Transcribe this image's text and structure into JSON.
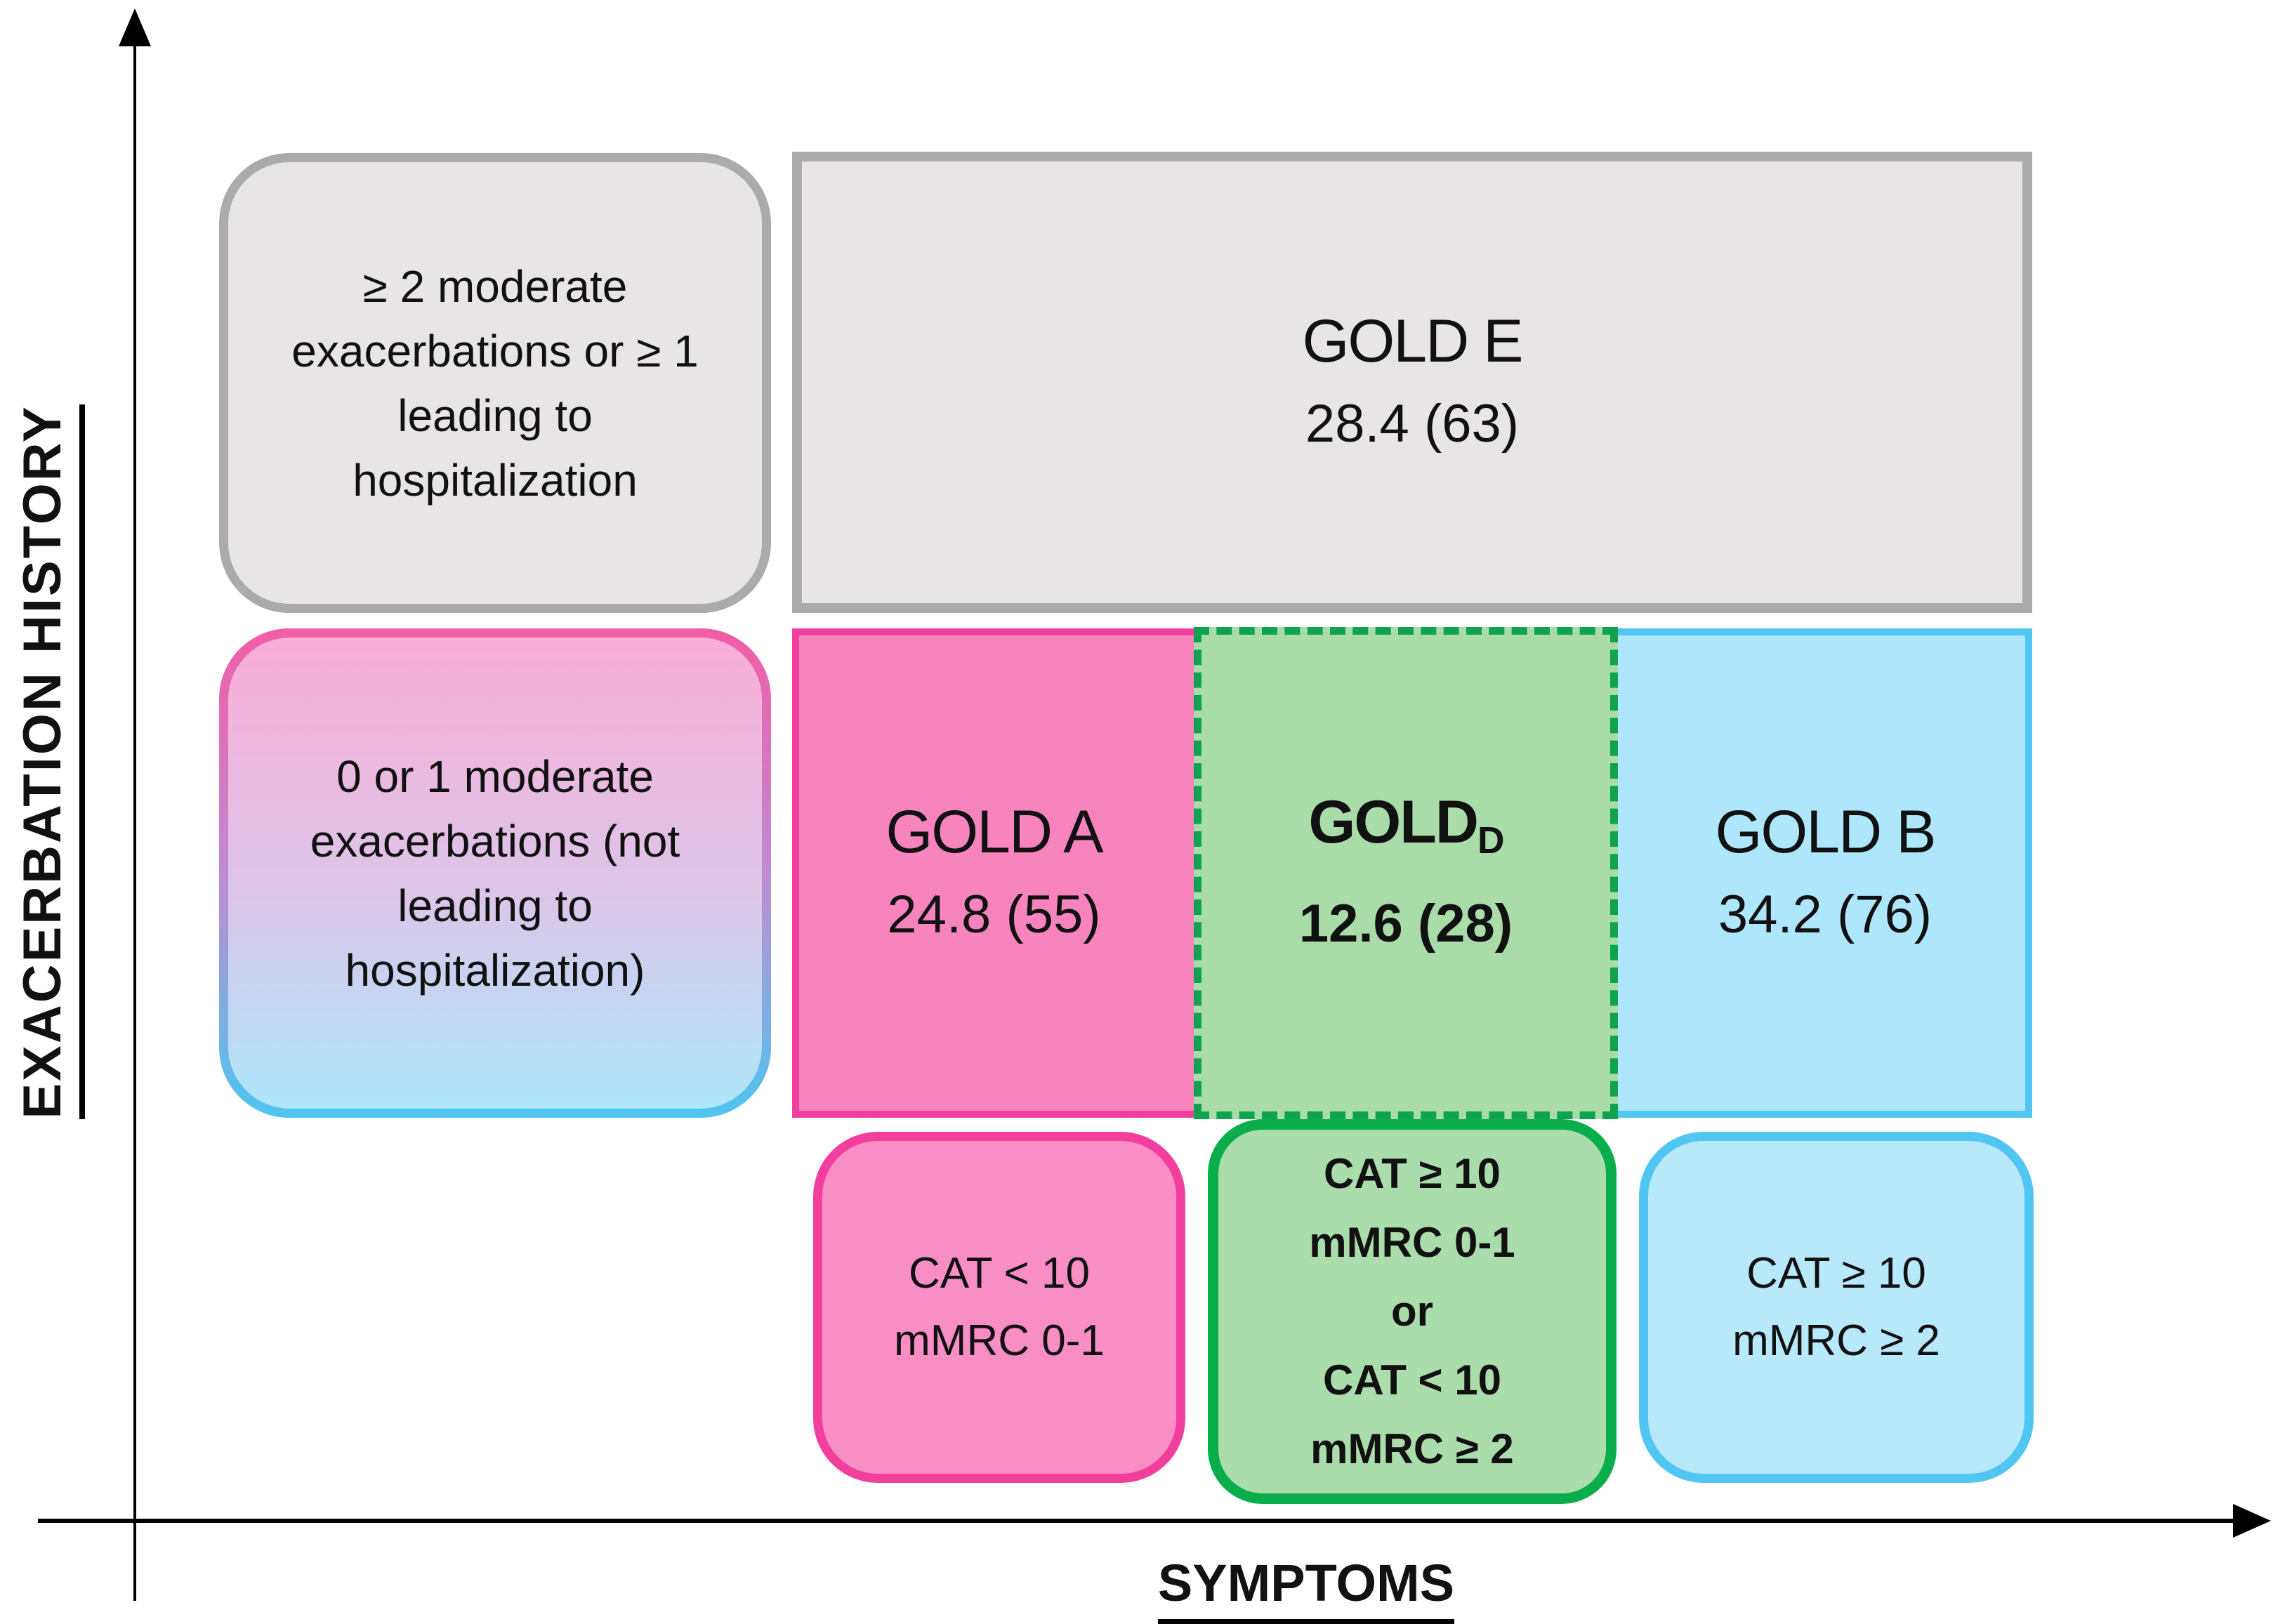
{
  "axes": {
    "y_label": "EXACERBATION HISTORY",
    "x_label": "SYMPTOMS"
  },
  "boxes": {
    "high_exacerbation": "≥ 2 moderate\nexacerbations or ≥ 1\nleading to\nhospitalization",
    "low_exacerbation": "0 or 1 moderate\nexacerbations (not\nleading to\nhospitalization)",
    "criteria_a": "CAT < 10\nmMRC 0-1",
    "criteria_d": "CAT ≥ 10\nmMRC 0-1\nor\nCAT < 10\nmMRC ≥ 2",
    "criteria_b": "CAT ≥ 10\nmMRC ≥ 2"
  },
  "cells": {
    "gold_e": {
      "name": "GOLD E",
      "value": "28.4 (63)"
    },
    "gold_a": {
      "name": "GOLD A",
      "value": "24.8 (55)"
    },
    "gold_d": {
      "name": "GOLD",
      "subscript": "D",
      "value": "12.6 (28)"
    },
    "gold_b": {
      "name": "GOLD B",
      "value": "34.2 (76)"
    }
  },
  "colors": {
    "gray_fill": "#E7E5E5",
    "gray_border": "#ABABAB",
    "pink_fill": "#F884BE",
    "pink_fill_light": "#F98EC4",
    "pink_border": "#F23F9E",
    "green_fill": "#A9DCA9",
    "green_fill_light": "#ABDCAB",
    "green_dash_border": "#0FA350",
    "green_solid_border": "#09AE4B",
    "blue_fill": "#AEE7FB",
    "blue_fill_light": "#B7E9FB",
    "blue_border": "#52C6F2",
    "gradient_top": "#F9AED6",
    "gradient_bottom": "#AEE6FA",
    "axis_color": "#000000",
    "text_color": "#111111"
  }
}
